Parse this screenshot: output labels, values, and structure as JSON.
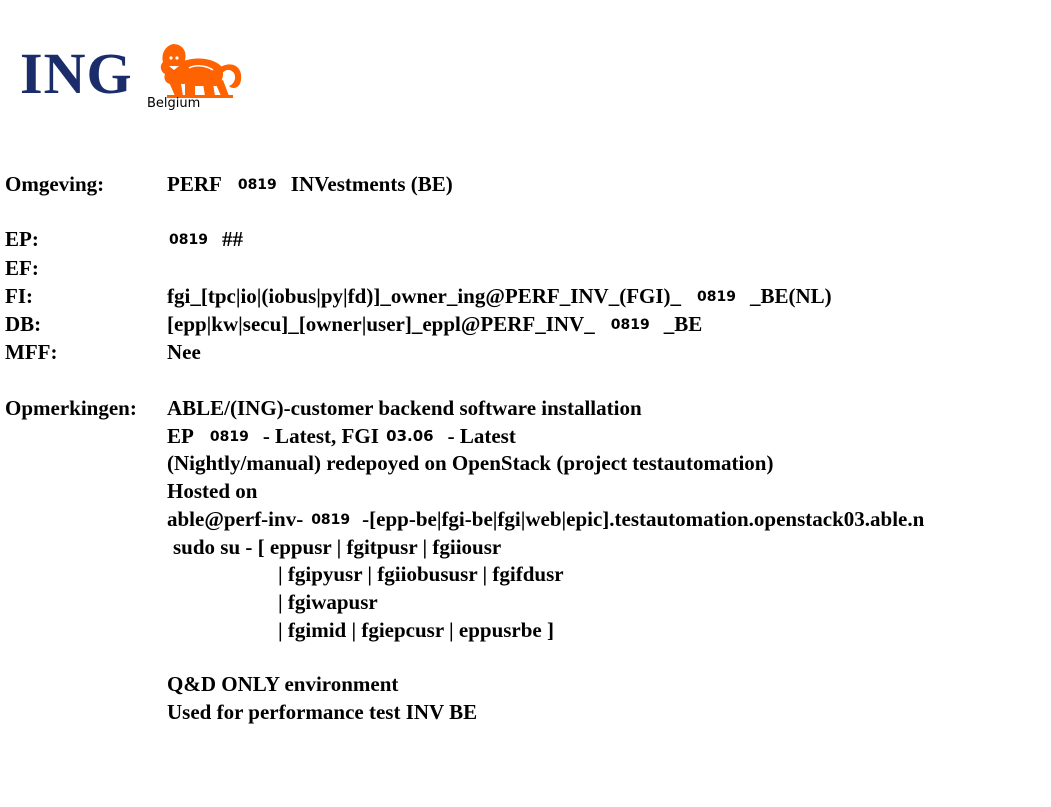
{
  "logo": {
    "brand": "ING",
    "subtitle": "Belgium",
    "colors": {
      "text": "#1b2c6b",
      "lion": "#ff6200"
    }
  },
  "fields": {
    "omgeving": {
      "label": "Omgeving:",
      "prefix": "PERF",
      "version": "0819",
      "suffix": "INVestments (BE)"
    },
    "ep": {
      "label": "EP:",
      "version": "0819",
      "suffix": "##"
    },
    "ef": {
      "label": "EF:"
    },
    "fi": {
      "label": "FI:",
      "prefix": "fgi_[tpc|io|(iobus|py|fd)]_owner_ing@PERF_INV_(FGI)_",
      "version": "0819",
      "suffix": "_BE(NL)"
    },
    "db": {
      "label": "DB:",
      "prefix": "[epp|kw|secu]_[owner|user]_eppl@PERF_INV_",
      "version": "0819",
      "suffix": "_BE"
    },
    "mff": {
      "label": "MFF:",
      "value": "Nee"
    }
  },
  "remarks": {
    "label": "Opmerkingen:",
    "line1": "ABLE/(ING)-customer backend software installation",
    "line2": {
      "prefix": "EP",
      "ep_version": "0819",
      "middle": "- Latest, FGI",
      "fgi_version": "03.06",
      "suffix": "- Latest"
    },
    "line3": "(Nightly/manual) redepoyed on OpenStack (project testautomation)",
    "line4": "Hosted on",
    "line5": {
      "prefix": "able@perf-inv-",
      "version": "0819",
      "suffix": "-[epp-be|fgi-be|fgi|web|epic].testautomation.openstack03.able.n"
    },
    "line6": "sudo su - [ eppusr | fgitpusr | fgiiousr",
    "line7": "| fgipyusr | fgiiobususr | fgifdusr",
    "line8": "| fgiwapusr",
    "line9": "| fgimid | fgiepcusr | eppusrbe ]",
    "line10": "Q&D ONLY environment",
    "line11": "Used for performance test INV BE"
  }
}
